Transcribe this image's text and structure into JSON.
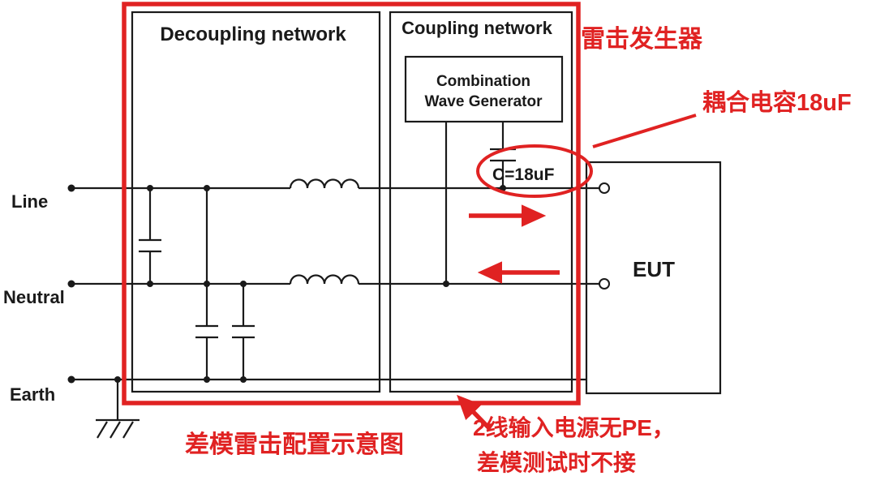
{
  "diagram": {
    "decoupling_network_label": "Decoupling network",
    "coupling_network_label": "Coupling network",
    "generator_label_line1": "Combination",
    "generator_label_line2": "Wave Generator",
    "coupling_capacitor_label": "C=18uF",
    "eut_label": "EUT",
    "terminals": {
      "line": "Line",
      "neutral": "Neutral",
      "earth": "Earth"
    }
  },
  "annotations": {
    "surge_generator": "雷击发生器",
    "coupling_capacitor": "耦合电容18uF",
    "caption": "差模雷击配置示意图",
    "pe_note_line1": "2线输入电源无PE，",
    "pe_note_line2": "差模测试时不接"
  },
  "colors": {
    "annotation_red": "#E02222",
    "circuit_black": "#1A1A1A",
    "background": "#FFFFFF"
  }
}
